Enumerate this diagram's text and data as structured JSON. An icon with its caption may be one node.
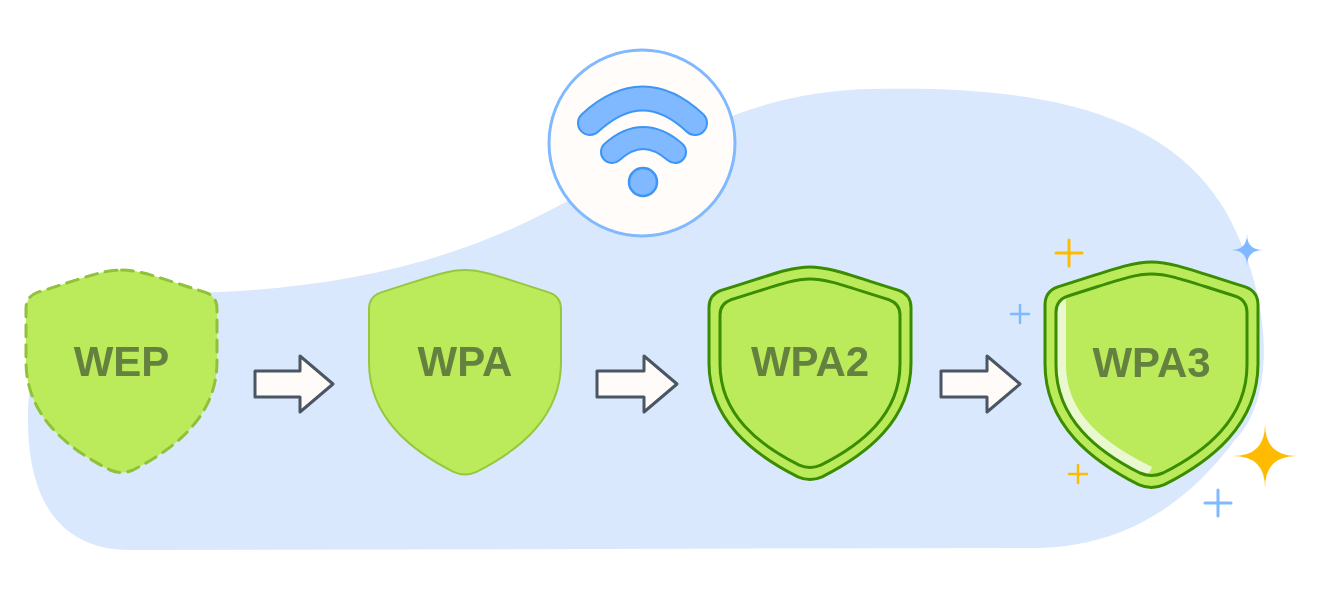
{
  "diagram": {
    "nodes": [
      {
        "text": [
          "WEP"
        ]
      },
      {
        "text": [
          "WPA"
        ]
      },
      {
        "text": [
          "WPA2"
        ]
      },
      {
        "text": [
          "WPA3"
        ]
      }
    ],
    "edges": [
      {
        "from": 0,
        "to": 1,
        "arrow": "to"
      },
      {
        "from": 1,
        "to": 2,
        "arrow": "to"
      },
      {
        "from": 2,
        "to": 3,
        "arrow": "to"
      }
    ]
  }
}
